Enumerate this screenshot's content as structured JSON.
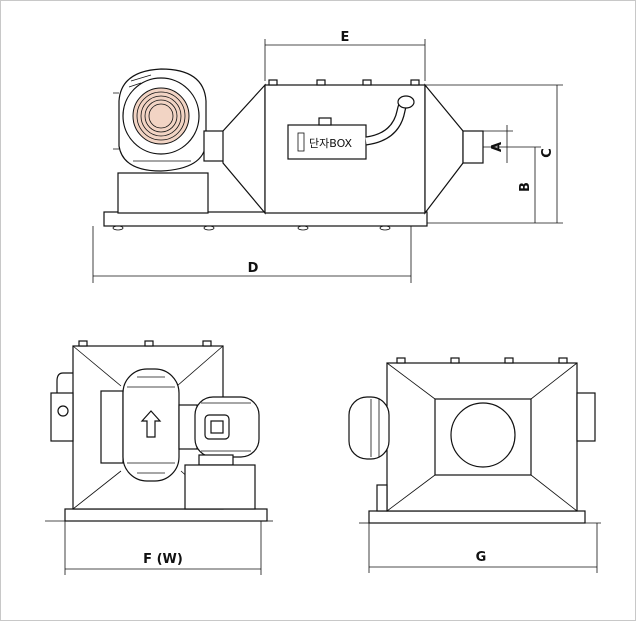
{
  "labels": {
    "dim_a": "A",
    "dim_b": "B",
    "dim_c": "C",
    "dim_d": "D",
    "dim_e": "E",
    "dim_f": "F (W)",
    "dim_g": "G",
    "terminal_box": "단자BOX"
  },
  "colors": {
    "line": "#111111",
    "fan_inlet_fill": "#f2d4c4",
    "frame_border": "#c8c8c8"
  }
}
